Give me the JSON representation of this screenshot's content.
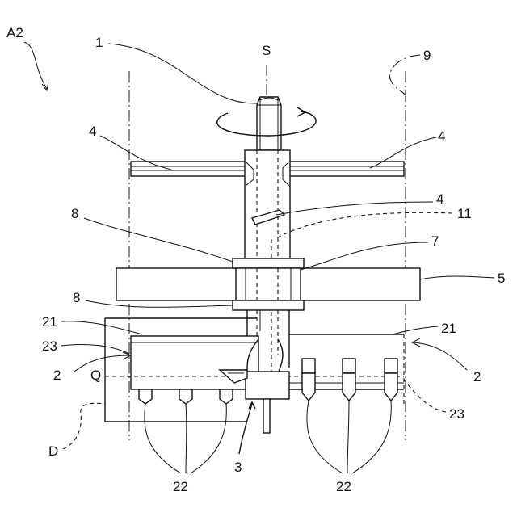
{
  "labels": {
    "fig_id": "A2",
    "shaft": "1",
    "axis": "S",
    "boundary": "9",
    "blade_left": "4",
    "blade_right": "4",
    "blade_mid": "4",
    "collar_top": "8",
    "line_11": "11",
    "collar_7": "7",
    "frame_5": "5",
    "collar_bottom": "8",
    "body_left": "21",
    "body_right": "21",
    "edge_left": "23",
    "edge_right": "23",
    "unit_left": "2",
    "unit_right": "2",
    "line_q": "Q",
    "nozzle": "3",
    "depth": "D",
    "teeth_left": "22",
    "teeth_right": "22"
  }
}
